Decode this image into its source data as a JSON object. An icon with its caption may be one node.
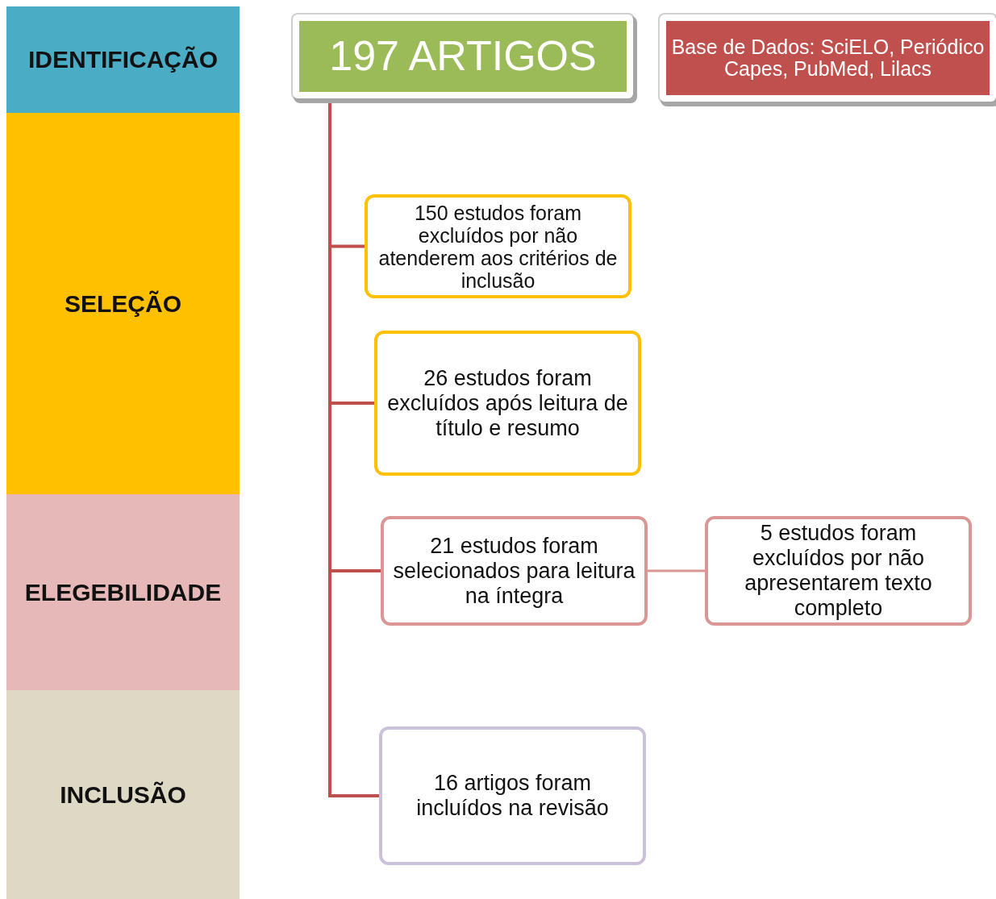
{
  "diagram": {
    "nodes": [
      {
        "text": [
          "IDENTIFICAÇÃO"
        ]
      },
      {
        "text": [
          "SELEÇÃO"
        ]
      },
      {
        "text": [
          "ELEGEBILIDADE"
        ]
      },
      {
        "text": [
          "INCLUSÃO"
        ]
      },
      {
        "text": [
          "197 ARTIGOS"
        ]
      },
      {
        "text": [
          "Base de Dados: SciELO, Periódico Capes, PubMed, Lilacs"
        ]
      },
      {
        "text": [
          "150 estudos foram excluídos por não atenderem aos critérios de inclusão"
        ]
      },
      {
        "text": [
          "26 estudos foram excluídos após leitura de título e resumo"
        ]
      },
      {
        "text": [
          "21 estudos foram selecionados para leitura na íntegra"
        ]
      },
      {
        "text": [
          "5 estudos foram excluídos por não apresentarem texto completo"
        ]
      },
      {
        "text": [
          "16 artigos foram incluídos na revisão"
        ]
      }
    ],
    "edges": [
      {
        "from": 4,
        "to": 6,
        "arrow": "none"
      },
      {
        "from": 4,
        "to": 7,
        "arrow": "none"
      },
      {
        "from": 4,
        "to": 8,
        "arrow": "none"
      },
      {
        "from": 4,
        "to": 10,
        "arrow": "none"
      },
      {
        "from": 8,
        "to": 9,
        "arrow": "none",
        "color": "#d99694"
      }
    ]
  }
}
